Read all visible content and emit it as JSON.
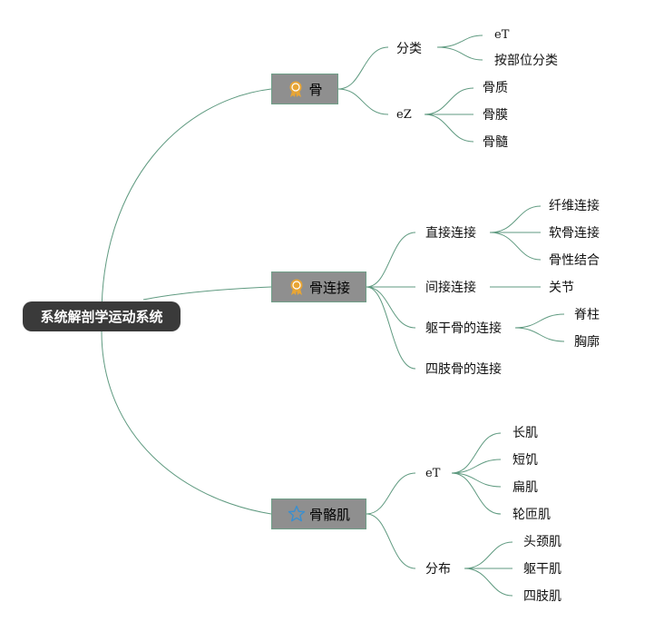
{
  "root": {
    "label": "系统解剖学运动系统"
  },
  "bone": {
    "label": "骨",
    "icon": "ribbon-award-icon",
    "classify": {
      "label": "分类",
      "items": [
        "eT",
        "按部位分类"
      ]
    },
    "ez": {
      "label": "eZ",
      "items": [
        "骨质",
        "骨膜",
        "骨髓"
      ]
    }
  },
  "joint": {
    "label": "骨连接",
    "icon": "ribbon-award-icon",
    "direct": {
      "label": "直接连接",
      "items": [
        "纤维连接",
        "软骨连接",
        "骨性结合"
      ]
    },
    "indirect": {
      "label": "间接连接",
      "items": [
        "关节"
      ]
    },
    "trunk": {
      "label": "躯干骨的连接",
      "items": [
        "脊柱",
        "胸廓"
      ]
    },
    "limb": {
      "label": "四肢骨的连接"
    }
  },
  "muscle": {
    "label": "骨骼肌",
    "icon": "star-icon",
    "et": {
      "label": "eT",
      "items": [
        "长肌",
        "短饥",
        "扁肌",
        "轮匝肌"
      ]
    },
    "dist": {
      "label": "分布",
      "items": [
        "头颈肌",
        "躯干肌",
        "四肢肌"
      ]
    }
  },
  "colors": {
    "line": "#5f9a80",
    "root_bg": "#3a3a3a",
    "node_bg": "#8f8f8f",
    "award": "#e8a534",
    "star": "#3a8fd0"
  }
}
